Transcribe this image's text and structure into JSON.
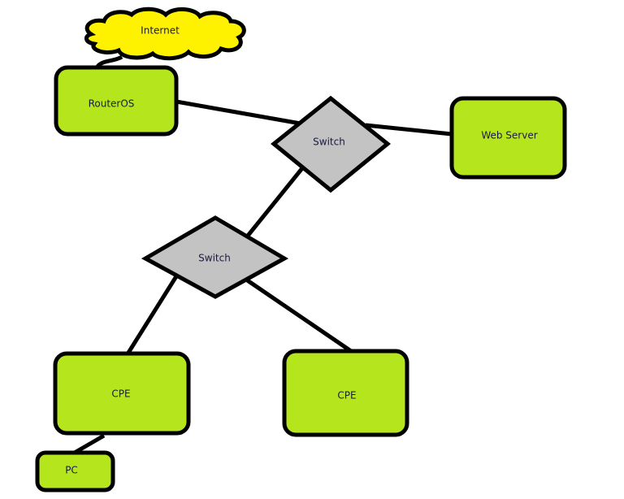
{
  "colors": {
    "device": "#b5e61d",
    "cloud": "#fff200",
    "switch": "#c3c3c3",
    "outline": "#000000"
  },
  "nodes": {
    "internet": {
      "label": "Internet",
      "shape": "cloud"
    },
    "router": {
      "label": "RouterOS",
      "shape": "rounded-rect"
    },
    "switch_top": {
      "label": "Switch",
      "shape": "diamond"
    },
    "web_server": {
      "label": "Web Server",
      "shape": "rounded-rect"
    },
    "switch_bottom": {
      "label": "Switch",
      "shape": "diamond"
    },
    "cpe_left": {
      "label": "CPE",
      "shape": "rounded-rect"
    },
    "cpe_right": {
      "label": "CPE",
      "shape": "rounded-rect"
    },
    "pc": {
      "label": "PC",
      "shape": "rounded-rect"
    }
  },
  "edges": [
    [
      "internet",
      "router"
    ],
    [
      "router",
      "switch_top"
    ],
    [
      "switch_top",
      "web_server"
    ],
    [
      "switch_top",
      "switch_bottom"
    ],
    [
      "switch_bottom",
      "cpe_left"
    ],
    [
      "switch_bottom",
      "cpe_right"
    ],
    [
      "cpe_left",
      "pc"
    ]
  ]
}
